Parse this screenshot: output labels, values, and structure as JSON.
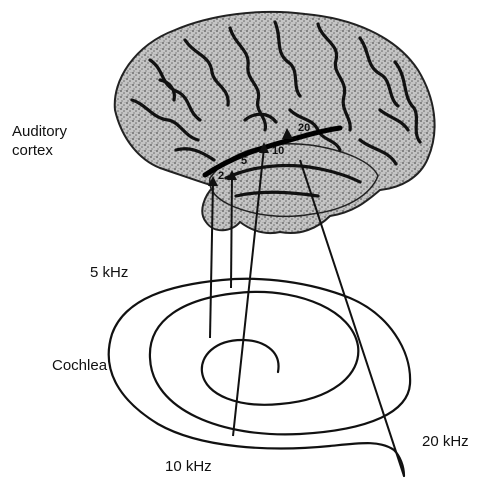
{
  "labels": {
    "auditory_cortex": [
      "Auditory",
      "cortex"
    ],
    "cochlea": "Cochlea",
    "khz_5": "5 kHz",
    "khz_10": "10 kHz",
    "khz_20": "20 kHz"
  },
  "cortex_marks": {
    "m20": "20",
    "m10": "10",
    "m5": "5",
    "m2": "2"
  },
  "colors": {
    "ink": "#111111",
    "brain_fill": "#b9b9b9",
    "brain_speckle": "#5a5a5a",
    "background": "#ffffff"
  }
}
